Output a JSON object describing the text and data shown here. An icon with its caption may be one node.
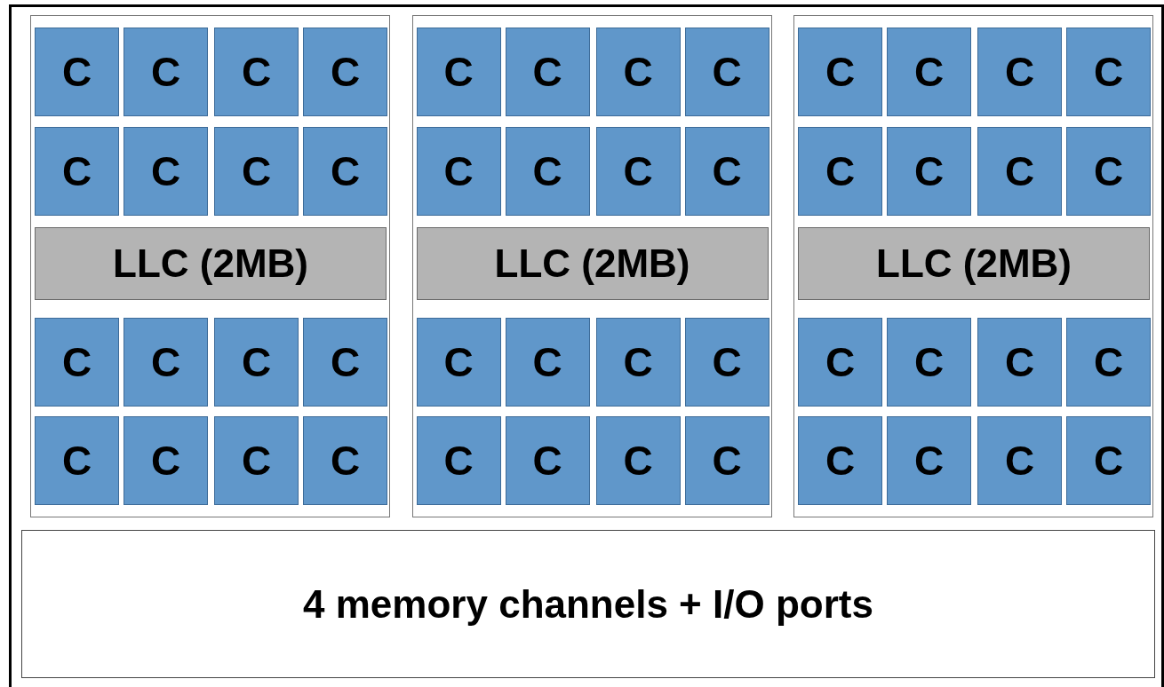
{
  "diagram": {
    "nodes": [
      {
        "text": [],
        "shape": "box"
      },
      {
        "text": [],
        "shape": "box",
        "in": 0
      },
      {
        "text": [
          "C"
        ],
        "in": 1
      },
      {
        "text": [
          "C"
        ],
        "in": 1
      },
      {
        "text": [
          "C"
        ],
        "in": 1
      },
      {
        "text": [
          "C"
        ],
        "in": 1
      },
      {
        "text": [
          "C"
        ],
        "in": 1
      },
      {
        "text": [
          "C"
        ],
        "in": 1
      },
      {
        "text": [
          "C"
        ],
        "in": 1
      },
      {
        "text": [
          "C"
        ],
        "in": 1
      },
      {
        "text": [
          "LLC (2MB)"
        ],
        "in": 1
      },
      {
        "text": [
          "C"
        ],
        "in": 1
      },
      {
        "text": [
          "C"
        ],
        "in": 1
      },
      {
        "text": [
          "C"
        ],
        "in": 1
      },
      {
        "text": [
          "C"
        ],
        "in": 1
      },
      {
        "text": [
          "C"
        ],
        "in": 1
      },
      {
        "text": [
          "C"
        ],
        "in": 1
      },
      {
        "text": [
          "C"
        ],
        "in": 1
      },
      {
        "text": [
          "C"
        ],
        "in": 1
      },
      {
        "text": [],
        "shape": "box",
        "in": 0
      },
      {
        "text": [
          "C"
        ],
        "in": 19
      },
      {
        "text": [
          "C"
        ],
        "in": 19
      },
      {
        "text": [
          "C"
        ],
        "in": 19
      },
      {
        "text": [
          "C"
        ],
        "in": 19
      },
      {
        "text": [
          "C"
        ],
        "in": 19
      },
      {
        "text": [
          "C"
        ],
        "in": 19
      },
      {
        "text": [
          "C"
        ],
        "in": 19
      },
      {
        "text": [
          "C"
        ],
        "in": 19
      },
      {
        "text": [
          "LLC (2MB)"
        ],
        "in": 19
      },
      {
        "text": [
          "C"
        ],
        "in": 19
      },
      {
        "text": [
          "C"
        ],
        "in": 19
      },
      {
        "text": [
          "C"
        ],
        "in": 19
      },
      {
        "text": [
          "C"
        ],
        "in": 19
      },
      {
        "text": [
          "C"
        ],
        "in": 19
      },
      {
        "text": [
          "C"
        ],
        "in": 19
      },
      {
        "text": [
          "C"
        ],
        "in": 19
      },
      {
        "text": [
          "C"
        ],
        "in": 19
      },
      {
        "text": [],
        "shape": "box",
        "in": 0
      },
      {
        "text": [
          "C"
        ],
        "in": 37
      },
      {
        "text": [
          "C"
        ],
        "in": 37
      },
      {
        "text": [
          "C"
        ],
        "in": 37
      },
      {
        "text": [
          "C"
        ],
        "in": 37
      },
      {
        "text": [
          "C"
        ],
        "in": 37
      },
      {
        "text": [
          "C"
        ],
        "in": 37
      },
      {
        "text": [
          "C"
        ],
        "in": 37
      },
      {
        "text": [
          "C"
        ],
        "in": 37
      },
      {
        "text": [
          "LLC (2MB)"
        ],
        "in": 37
      },
      {
        "text": [
          "C"
        ],
        "in": 37
      },
      {
        "text": [
          "C"
        ],
        "in": 37
      },
      {
        "text": [
          "C"
        ],
        "in": 37
      },
      {
        "text": [
          "C"
        ],
        "in": 37
      },
      {
        "text": [
          "C"
        ],
        "in": 37
      },
      {
        "text": [
          "C"
        ],
        "in": 37
      },
      {
        "text": [
          "C"
        ],
        "in": 37
      },
      {
        "text": [
          "C"
        ],
        "in": 37
      },
      {
        "text": [
          "4 memory channels + I/O ports"
        ],
        "in": 0
      }
    ]
  }
}
